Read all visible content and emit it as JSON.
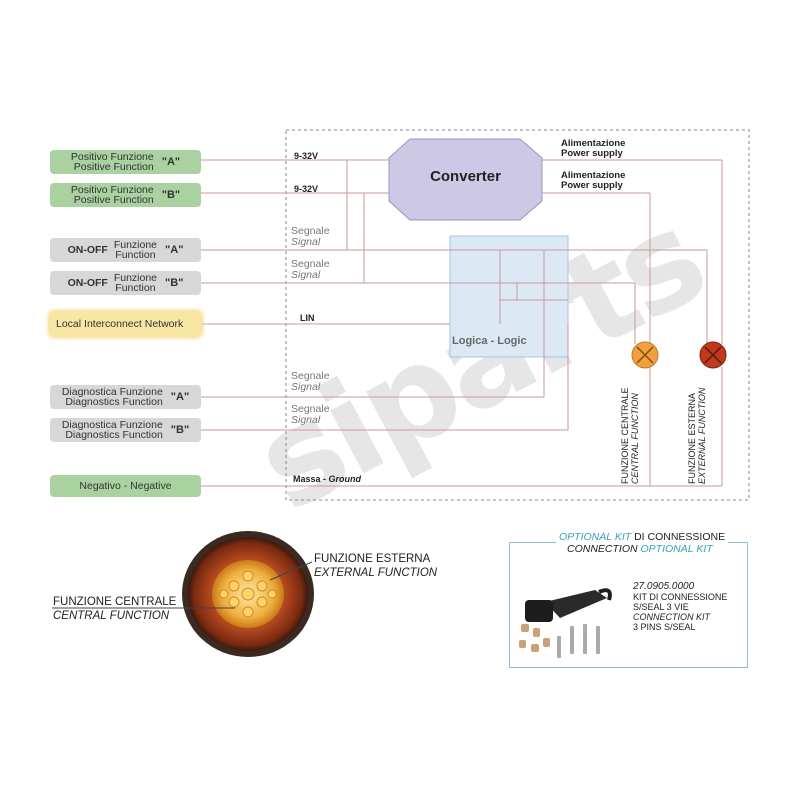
{
  "inputs": {
    "pos_a": {
      "line1": "Positivo Funzione",
      "line2": "Positive Function",
      "letter": "\"A\""
    },
    "pos_b": {
      "line1": "Positivo Funzione",
      "line2": "Positive Function",
      "letter": "\"B\""
    },
    "onoff_a": {
      "prefix": "ON-OFF",
      "line1": "Funzione",
      "line2": "Function",
      "letter": "\"A\""
    },
    "onoff_b": {
      "prefix": "ON-OFF",
      "line1": "Funzione",
      "line2": "Function",
      "letter": "\"B\""
    },
    "lin": {
      "text1": "Local",
      "text2": "Interconnect",
      "text3": "Network"
    },
    "diag_a": {
      "line1": "Diagnostica Funzione",
      "line2": "Diagnostics Function",
      "letter": "\"A\""
    },
    "diag_b": {
      "line1": "Diagnostica Funzione",
      "line2": "Diagnostics Function",
      "letter": "\"B\""
    },
    "neg": {
      "text": "Negativo - Negative"
    }
  },
  "wires": {
    "v1": "9-32V",
    "v2": "9-32V",
    "lin": "LIN",
    "ground_it": "Massa - ",
    "ground_en": "Ground"
  },
  "signals": [
    {
      "it": "Segnale",
      "en": "Signal"
    },
    {
      "it": "Segnale",
      "en": "Signal"
    },
    {
      "it": "Segnale",
      "en": "Signal"
    },
    {
      "it": "Segnale",
      "en": "Signal"
    }
  ],
  "converter": {
    "label": "Converter"
  },
  "logic": {
    "label": "Logica - Logic"
  },
  "power": [
    {
      "it": "Alimentazione",
      "en": "Power supply"
    },
    {
      "it": "Alimentazione",
      "en": "Power supply"
    }
  ],
  "lamps": {
    "central": {
      "it": "FUNZIONE CENTRALE",
      "en": "CENTRAL FUNCTION",
      "color": "#f0a040"
    },
    "external": {
      "it": "FUNZIONE ESTERNA",
      "en": "EXTERNAL FUNCTION",
      "color": "#c0391c"
    }
  },
  "product": {
    "central_it": "FUNZIONE CENTRALE",
    "central_en": "CENTRAL FUNCTION",
    "external_it": "FUNZIONE ESTERNA",
    "external_en": "EXTERNAL FUNCTION"
  },
  "kit": {
    "title1_blue": "OPTIONAL KIT",
    "title1_black": " DI CONNESSIONE",
    "title2_black": "CONNECTION ",
    "title2_blue": "OPTIONAL KIT",
    "code": "27.0905.0000",
    "d1": "KIT DI CONNESSIONE",
    "d2": "S/SEAL 3 VIE",
    "d3": "CONNECTION KIT",
    "d4": "3 PINS S/SEAL"
  },
  "watermark": "siparts",
  "colors": {
    "green": "#a9d2a0",
    "gray": "#d7d7d7",
    "yellow": "#f8e6a4",
    "wire": "#c99a9a",
    "converter": "#cdc8e6",
    "logic": "#dce9f5"
  }
}
